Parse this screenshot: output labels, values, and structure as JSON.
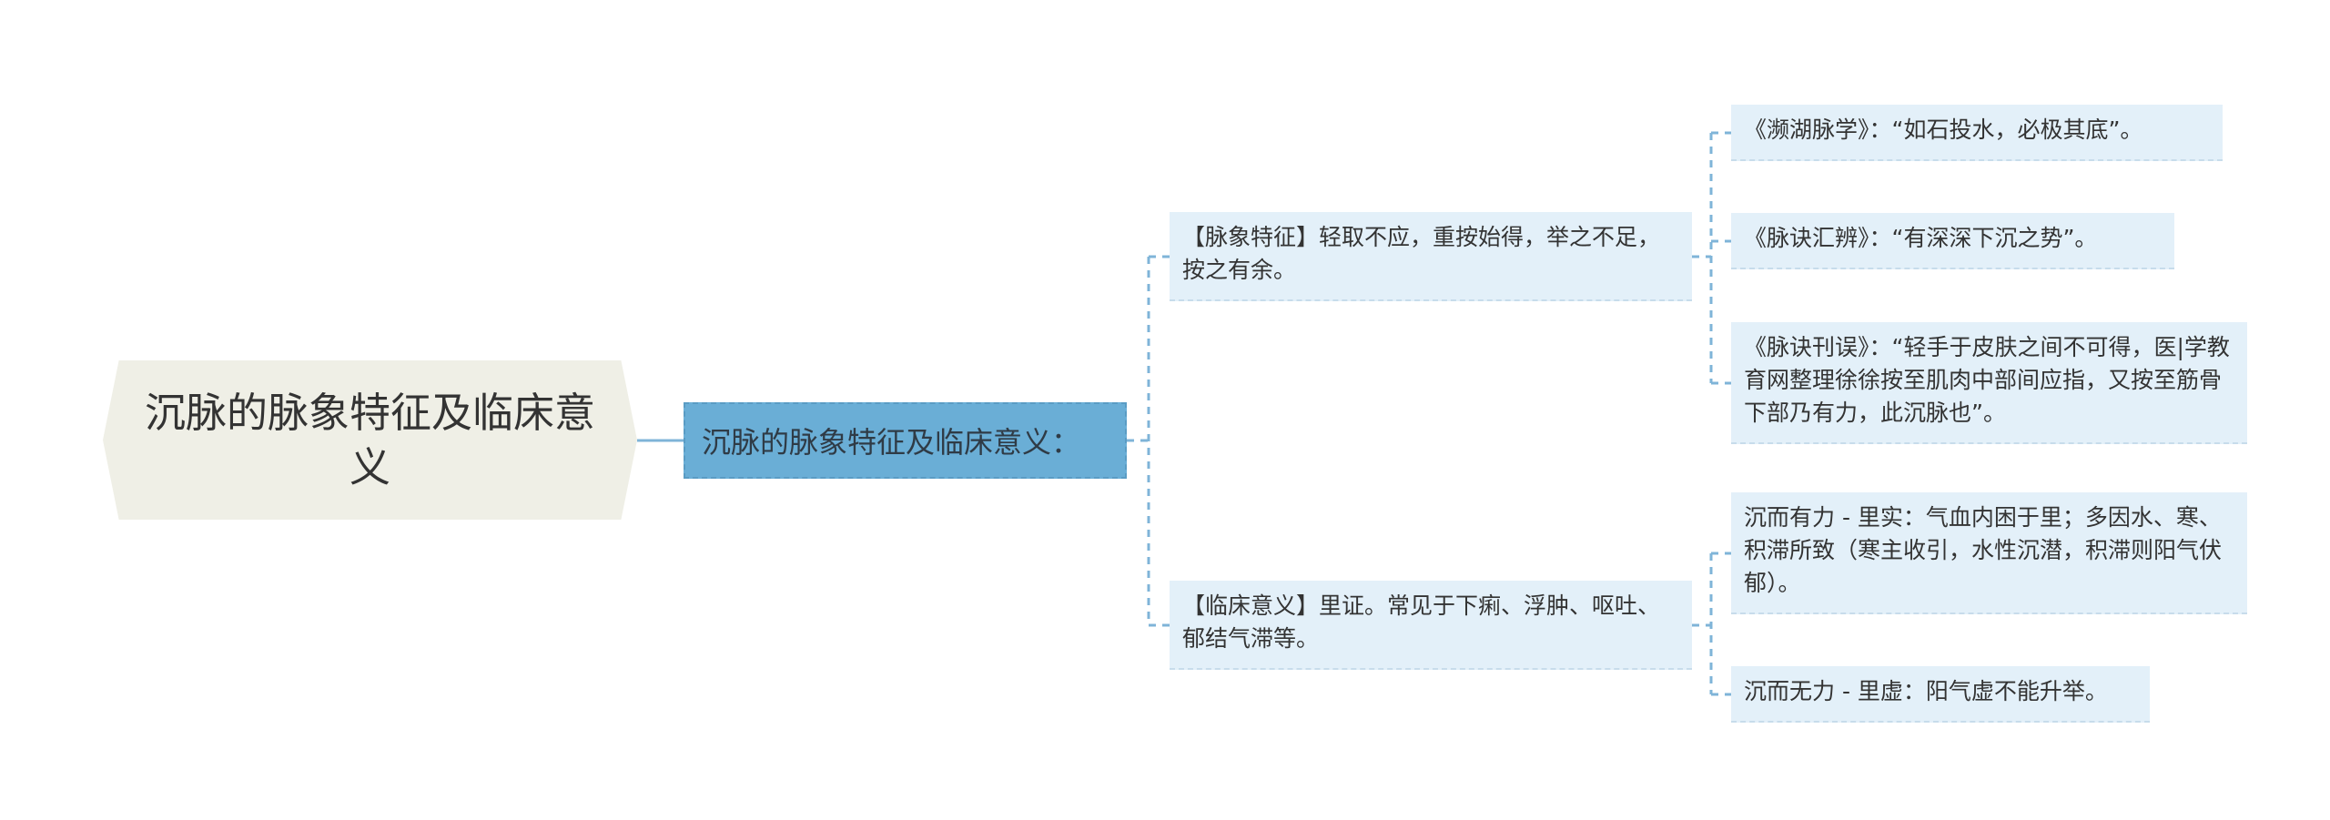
{
  "root": {
    "label": "沉脉的脉象特征及临床意义"
  },
  "level1": {
    "label": "沉脉的脉象特征及临床意义："
  },
  "feature": {
    "label": "【脉象特征】轻取不应，重按始得，举之不足，按之有余。",
    "children": [
      {
        "label": "《濒湖脉学》：“如石投水，必极其底”。"
      },
      {
        "label": "《脉诀汇辨》：“有深深下沉之势”。"
      },
      {
        "label": "《脉诀刊误》：“轻手于皮肤之间不可得，医|学教育网整理徐徐按至肌肉中部间应指，又按至筋骨下部乃有力，此沉脉也”。"
      }
    ]
  },
  "clinical": {
    "label": "【临床意义】里证。常见于下痢、浮肿、呕吐、郁结气滞等。",
    "children": [
      {
        "label": "沉而有力 - 里实：气血内困于里；多因水、寒、积滞所致（寒主收引，水性沉潜，积滞则阳气伏郁）。"
      },
      {
        "label": "沉而无力 - 里虚：阳气虚不能升举。"
      }
    ]
  },
  "colors": {
    "root_fill": "#efefe6",
    "level1_fill": "#6aaed6",
    "leaf_fill": "#e3f0f9",
    "connector": "#7fb4d8"
  }
}
